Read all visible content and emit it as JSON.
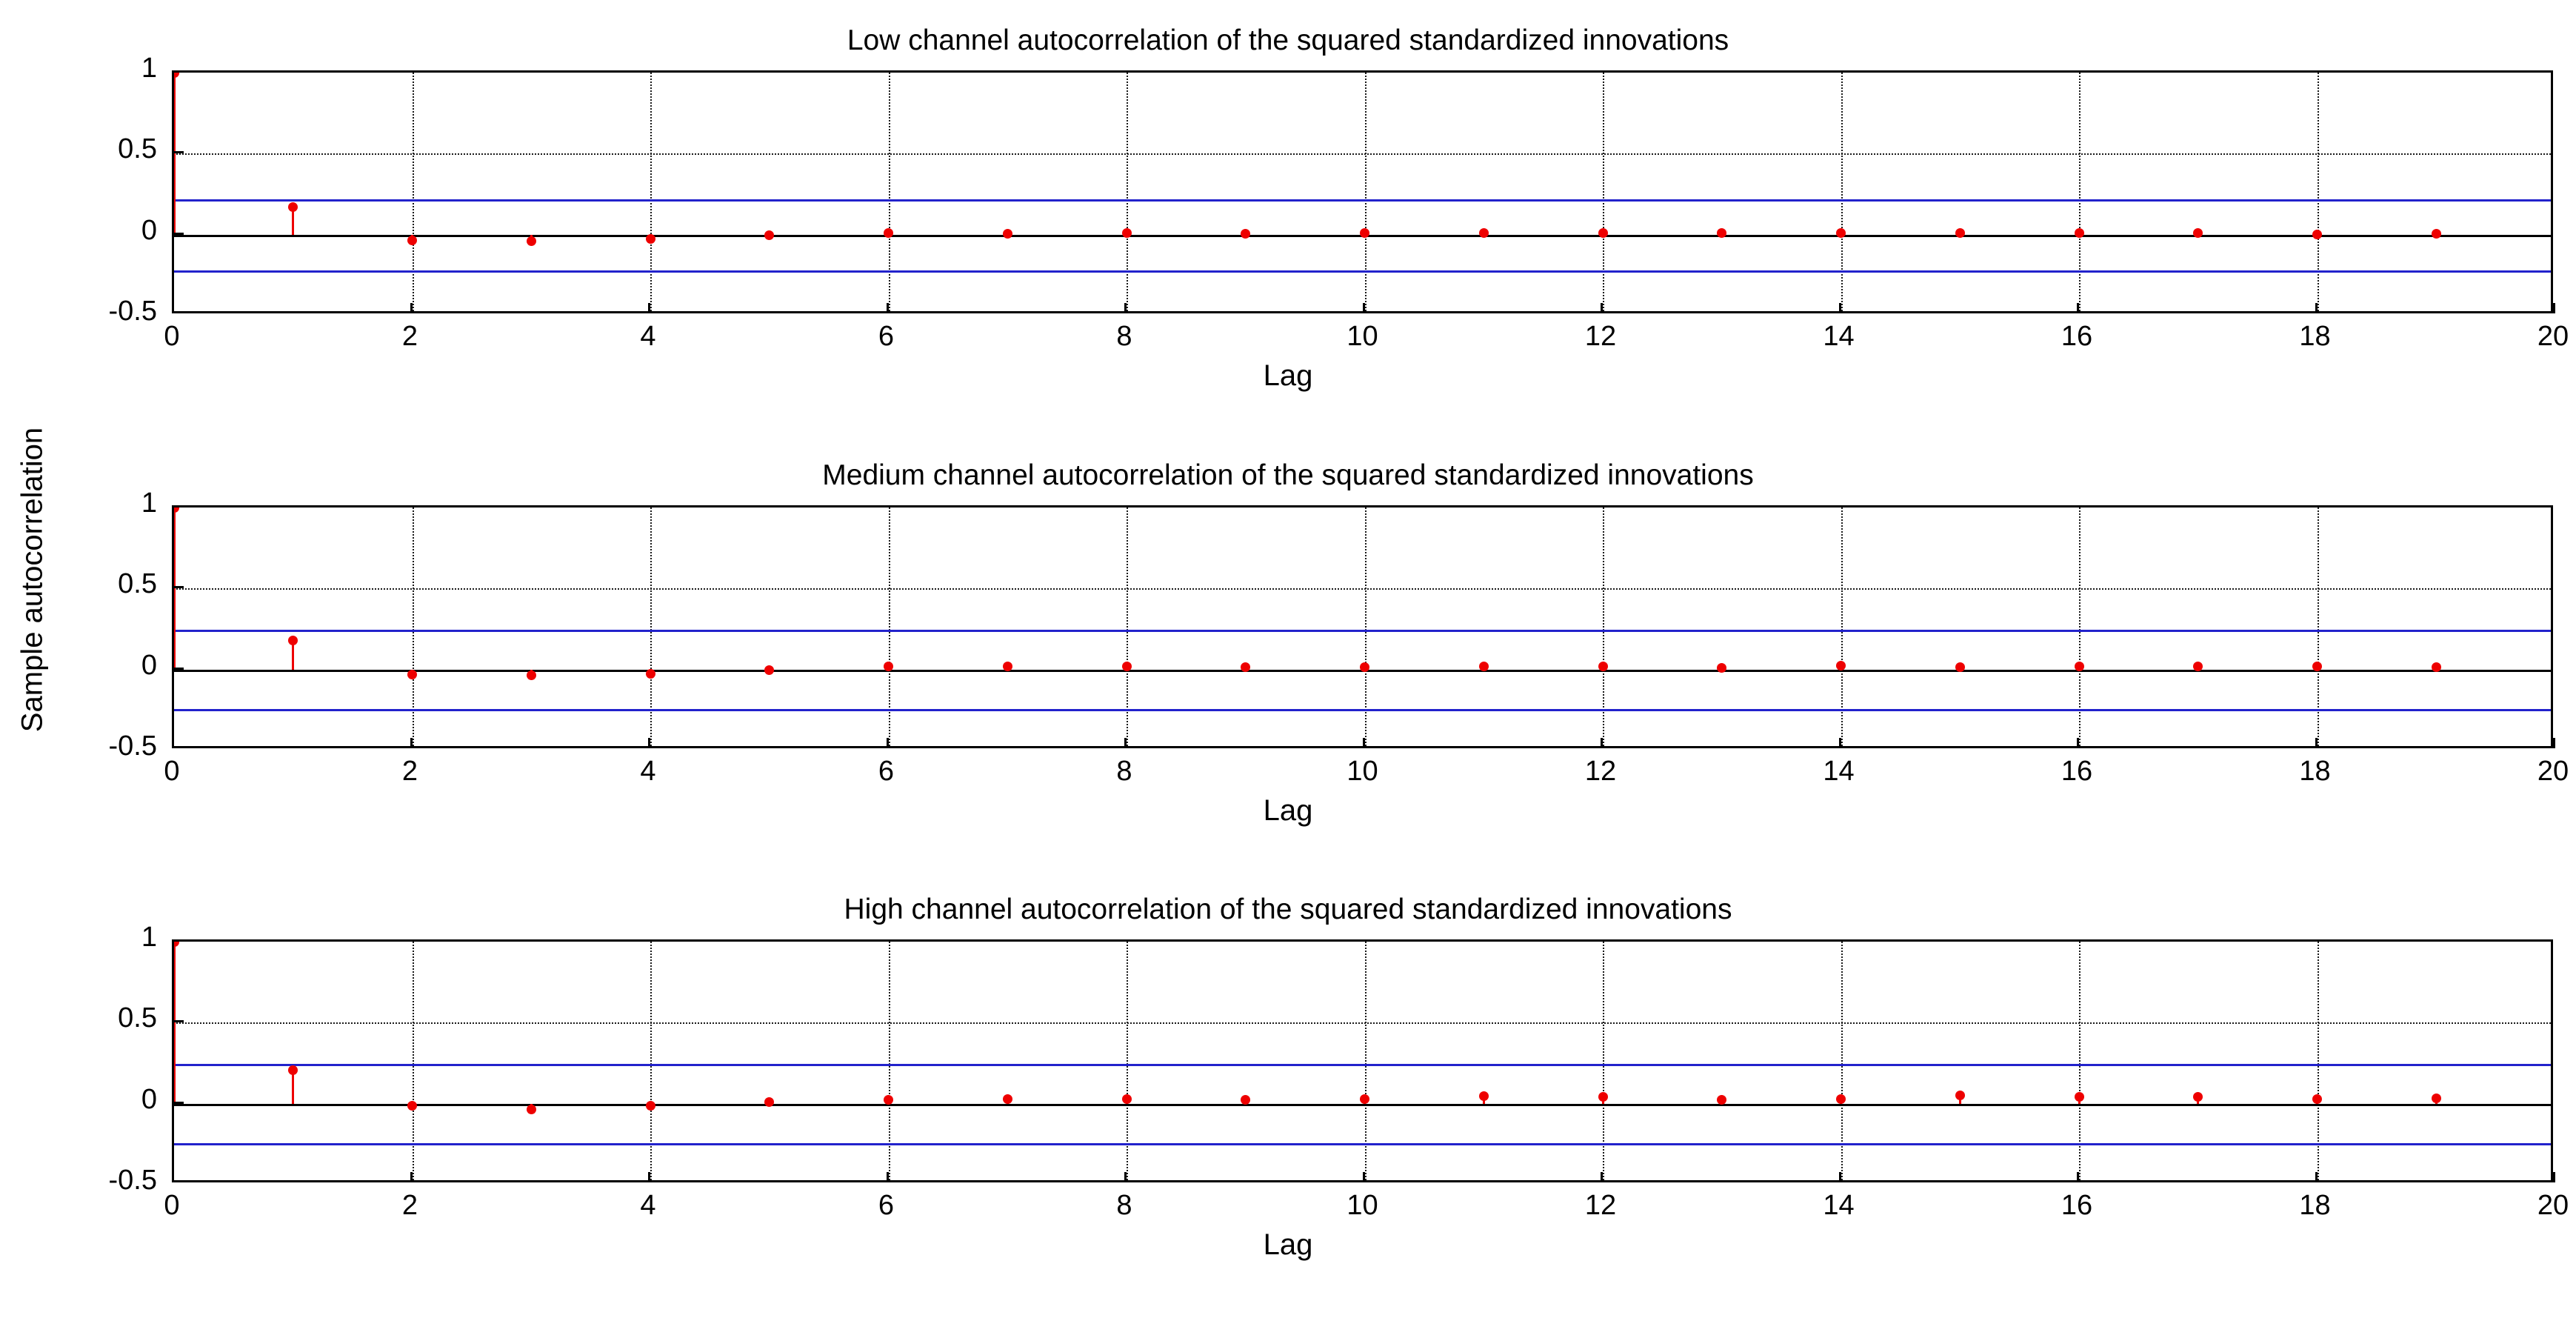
{
  "figure": {
    "ylabel": "Sample autocorrelation",
    "xlabel": "Lag",
    "accent_red": "#ee0000",
    "accent_blue": "#2222cc"
  },
  "panels": [
    {
      "title": "Low channel autocorrelation of the squared standardized innovations",
      "xlabel": "Lag",
      "bound": 0.22
    },
    {
      "title": "Medium channel autocorrelation of the squared standardized innovations",
      "xlabel": "Lag",
      "bound": 0.245
    },
    {
      "title": "High channel autocorrelation of the squared standardized innovations",
      "xlabel": "Lag",
      "bound": 0.245
    }
  ],
  "yticks": [
    "1",
    "0.5",
    "0",
    "-0.5"
  ],
  "xticks": [
    "0",
    "2",
    "4",
    "6",
    "8",
    "10",
    "12",
    "14",
    "16",
    "18",
    "20"
  ],
  "chart_data": {
    "type": "line",
    "title": "Autocorrelation of the squared standardized innovations (3 channels)",
    "xlabel": "Lag",
    "ylabel": "Sample autocorrelation",
    "xlim": [
      0,
      20
    ],
    "ylim": [
      -0.5,
      1.0
    ],
    "yticks": [
      1,
      0.5,
      0,
      -0.5
    ],
    "xticks": [
      0,
      2,
      4,
      6,
      8,
      10,
      12,
      14,
      16,
      18,
      20
    ],
    "grid": true,
    "legend": "none",
    "x": [
      0,
      1,
      2,
      3,
      4,
      5,
      6,
      7,
      8,
      9,
      10,
      11,
      12,
      13,
      14,
      15,
      16,
      17,
      18,
      19,
      20
    ],
    "series": [
      {
        "name": "Low channel",
        "confidence_bound": 0.22,
        "values": [
          1.0,
          0.17,
          -0.035,
          -0.04,
          -0.025,
          -0.005,
          0.008,
          0.005,
          0.01,
          0.005,
          0.008,
          0.01,
          0.008,
          0.012,
          0.008,
          0.012,
          0.01,
          0.008,
          0.002,
          0.005,
          0.008
        ]
      },
      {
        "name": "Medium channel",
        "confidence_bound": 0.245,
        "values": [
          1.0,
          0.18,
          -0.03,
          -0.035,
          -0.025,
          -0.005,
          0.02,
          0.018,
          0.018,
          0.015,
          0.015,
          0.02,
          0.018,
          0.012,
          0.022,
          0.015,
          0.02,
          0.018,
          0.018,
          0.015,
          0.018
        ]
      },
      {
        "name": "High channel",
        "confidence_bound": 0.245,
        "values": [
          1.0,
          0.205,
          -0.015,
          -0.035,
          -0.012,
          0.008,
          0.025,
          0.028,
          0.028,
          0.022,
          0.03,
          0.048,
          0.04,
          0.022,
          0.028,
          0.05,
          0.04,
          0.04,
          0.03,
          0.035,
          0.04
        ]
      }
    ]
  }
}
